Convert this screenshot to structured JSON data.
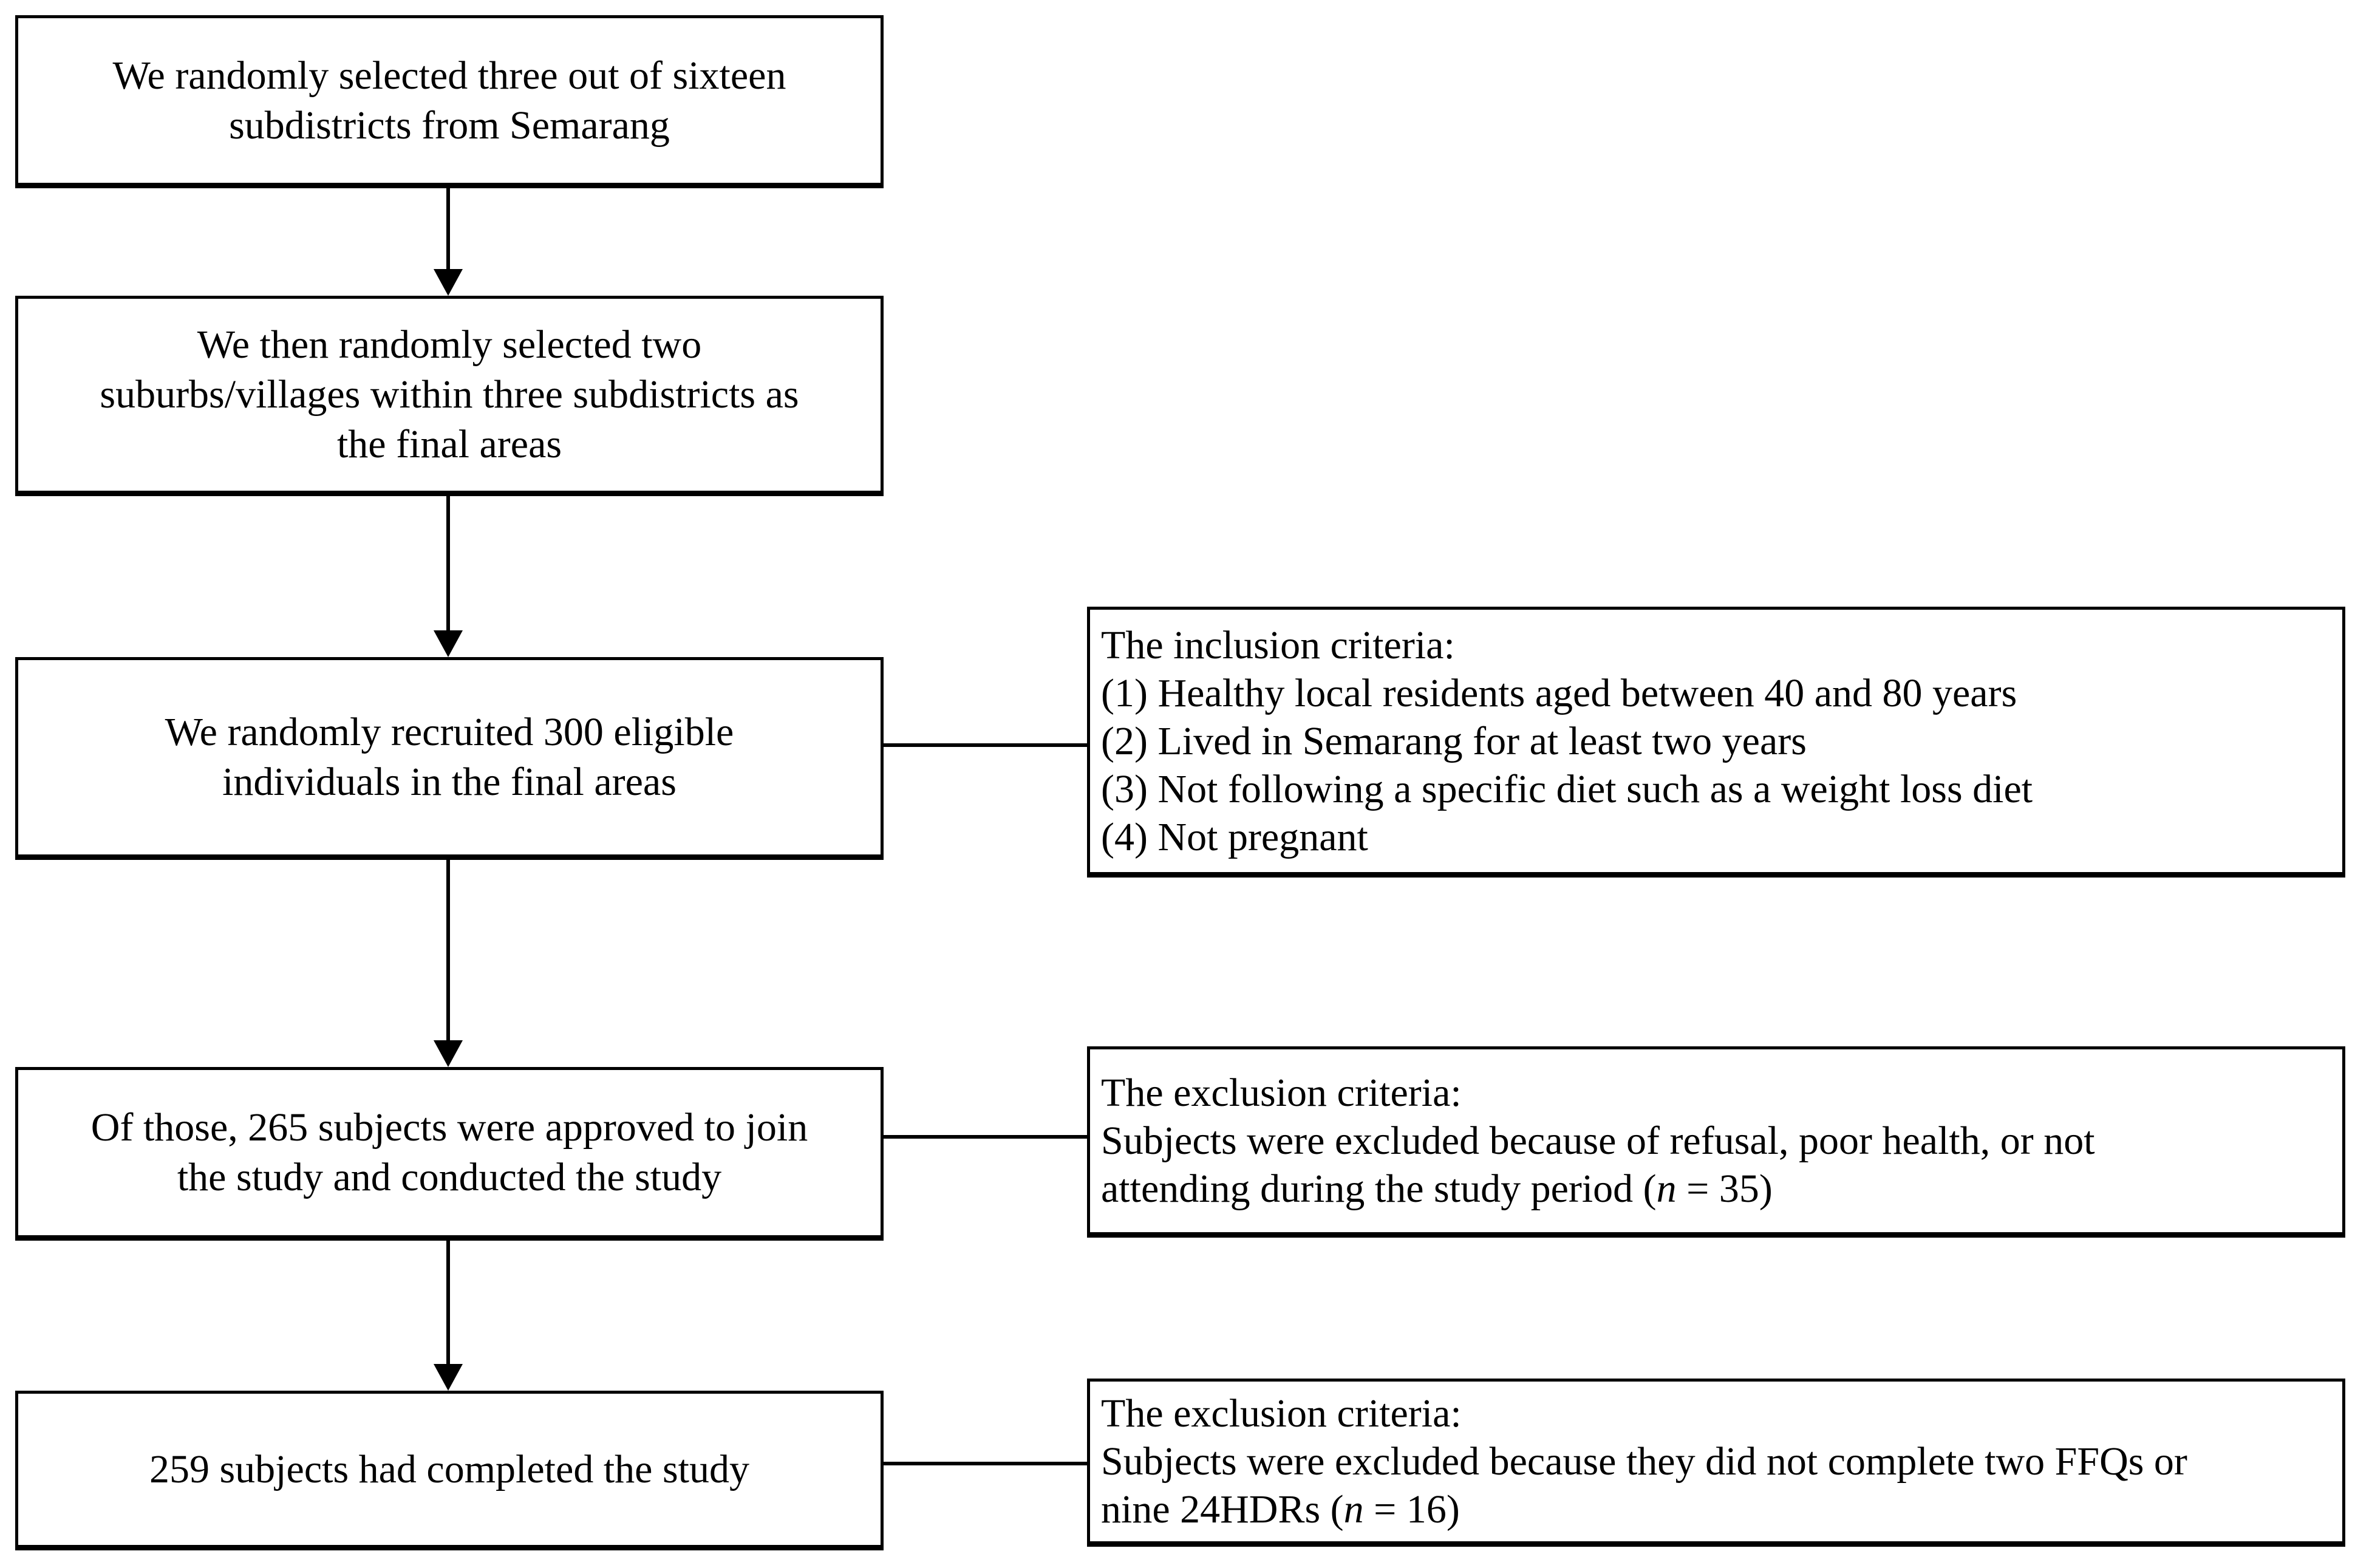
{
  "figure": {
    "type": "study-flow-diagram",
    "colors": {
      "line": "#000000",
      "text": "#000000",
      "background": "#ffffff"
    }
  },
  "flow_boxes": [
    {
      "name": "select-subdistricts",
      "lines": [
        "We randomly selected three out of sixteen",
        "subdistricts from Semarang"
      ]
    },
    {
      "name": "select-suburbs",
      "lines": [
        "We then randomly selected two",
        "suburbs/villages within three subdistricts as",
        "the final areas"
      ]
    },
    {
      "name": "recruit-eligible",
      "lines": [
        "We randomly recruited 300 eligible",
        "individuals in the final areas"
      ]
    },
    {
      "name": "approved-subjects",
      "lines": [
        "Of those, 265 subjects were approved to join",
        "the study and conducted the study"
      ]
    },
    {
      "name": "completed-subjects",
      "lines": [
        "259 subjects had completed the study"
      ]
    }
  ],
  "side_boxes": [
    {
      "name": "inclusion-criteria",
      "lines": [
        [
          "The inclusion criteria:"
        ],
        [
          "(1) Healthy local residents aged between 40 and 80 years"
        ],
        [
          "(2) Lived in Semarang for at least two years"
        ],
        [
          "(3) Not following a specific diet such as a weight loss diet"
        ],
        [
          "(4) Not pregnant"
        ]
      ]
    },
    {
      "name": "exclusion-criteria-enrollment",
      "lines": [
        [
          "The exclusion criteria:"
        ],
        [
          "Subjects were excluded because of refusal, poor health, or not"
        ],
        [
          "attending during the study period (",
          "n",
          " = 35)"
        ]
      ]
    },
    {
      "name": "exclusion-criteria-completion",
      "lines": [
        [
          "The exclusion criteria:"
        ],
        [
          "Subjects were excluded because they did not complete two FFQs or"
        ],
        [
          "nine 24HDRs (",
          "n",
          " = 16)"
        ]
      ]
    }
  ]
}
